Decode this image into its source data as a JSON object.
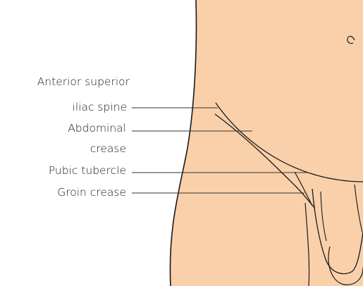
{
  "colors": {
    "skin": "#f9d0aa",
    "outline": "#1a1a1a",
    "leader": "#333333",
    "background": "#ffffff"
  },
  "labels": {
    "asis_line1": "Anterior superior",
    "asis_line2": "iliac spine",
    "abdominal_line1": "Abdominal",
    "abdominal_line2": "crease",
    "pubic_tubercle": "Pubic tubercle",
    "groin_crease": "Groin crease"
  }
}
